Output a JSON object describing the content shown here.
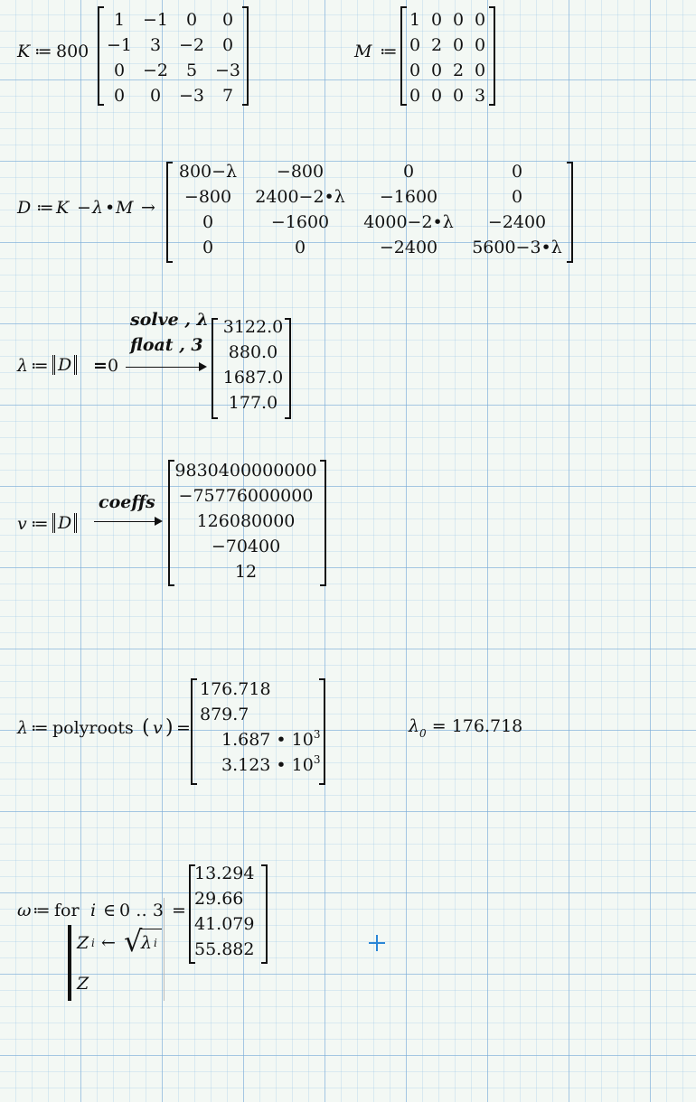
{
  "K": {
    "name": "K",
    "assign": "≔",
    "scalar": "800",
    "matrix": [
      [
        "1",
        "−1",
        "0",
        "0"
      ],
      [
        "−1",
        "3",
        "−2",
        "0"
      ],
      [
        "0",
        "−2",
        "5",
        "−3"
      ],
      [
        "0",
        "0",
        "−3",
        "7"
      ]
    ]
  },
  "M": {
    "name": "M",
    "assign": "≔",
    "matrix": [
      [
        "1",
        "0",
        "0",
        "0"
      ],
      [
        "0",
        "2",
        "0",
        "0"
      ],
      [
        "0",
        "0",
        "2",
        "0"
      ],
      [
        "0",
        "0",
        "0",
        "3"
      ]
    ]
  },
  "D": {
    "lhs": "D",
    "assign": "≔",
    "expr_K": "K",
    "expr_minus": "−",
    "expr_lambda": "λ",
    "expr_dot": "•",
    "expr_M": "M",
    "arrow": "→",
    "matrix": [
      [
        "800−λ",
        "−800",
        "0",
        "0"
      ],
      [
        "−800",
        "2400−2•λ",
        "−1600",
        "0"
      ],
      [
        "0",
        "−1600",
        "4000−2•λ",
        "−2400"
      ],
      [
        "0",
        "0",
        "−2400",
        "5600−3•λ"
      ]
    ]
  },
  "lambda_solve": {
    "lhs": "λ",
    "assign": "≔",
    "norm_arg": "D",
    "equals": "=",
    "zero": "0",
    "keyword1": "solve , λ",
    "keyword2": "float , 3",
    "results": [
      "3122.0",
      "880.0",
      "1687.0",
      "177.0"
    ]
  },
  "v_coeffs": {
    "lhs": "v",
    "assign": "≔",
    "norm_arg": "D",
    "keyword": "coeffs",
    "results": [
      "9830400000000",
      "−75776000000",
      "126080000",
      "−70400",
      "12"
    ]
  },
  "polyroots": {
    "lhs": "λ",
    "assign": "≔",
    "func": "polyroots",
    "arg": "v",
    "equals": "=",
    "results": [
      {
        "mant": "176.718",
        "exp": ""
      },
      {
        "mant": "879.7",
        "exp": ""
      },
      {
        "mant": "1.687 • 10",
        "exp": "3"
      },
      {
        "mant": "3.123 • 10",
        "exp": "3"
      }
    ],
    "lambda0_name": "λ",
    "lambda0_sub": "0",
    "lambda0_eq": "=",
    "lambda0_value": "176.718"
  },
  "omega": {
    "lhs": "ω",
    "assign": "≔",
    "for_kw": "for",
    "iter_var": "i",
    "in_sym": "∈",
    "range": "0 ‥ 3",
    "body_Z": "Z",
    "body_sub": "i",
    "body_arrow": "←",
    "body_lambda": "λ",
    "return_Z": "Z",
    "equals": "=",
    "results": [
      "13.294",
      "29.66",
      "41.079",
      "55.882"
    ]
  }
}
